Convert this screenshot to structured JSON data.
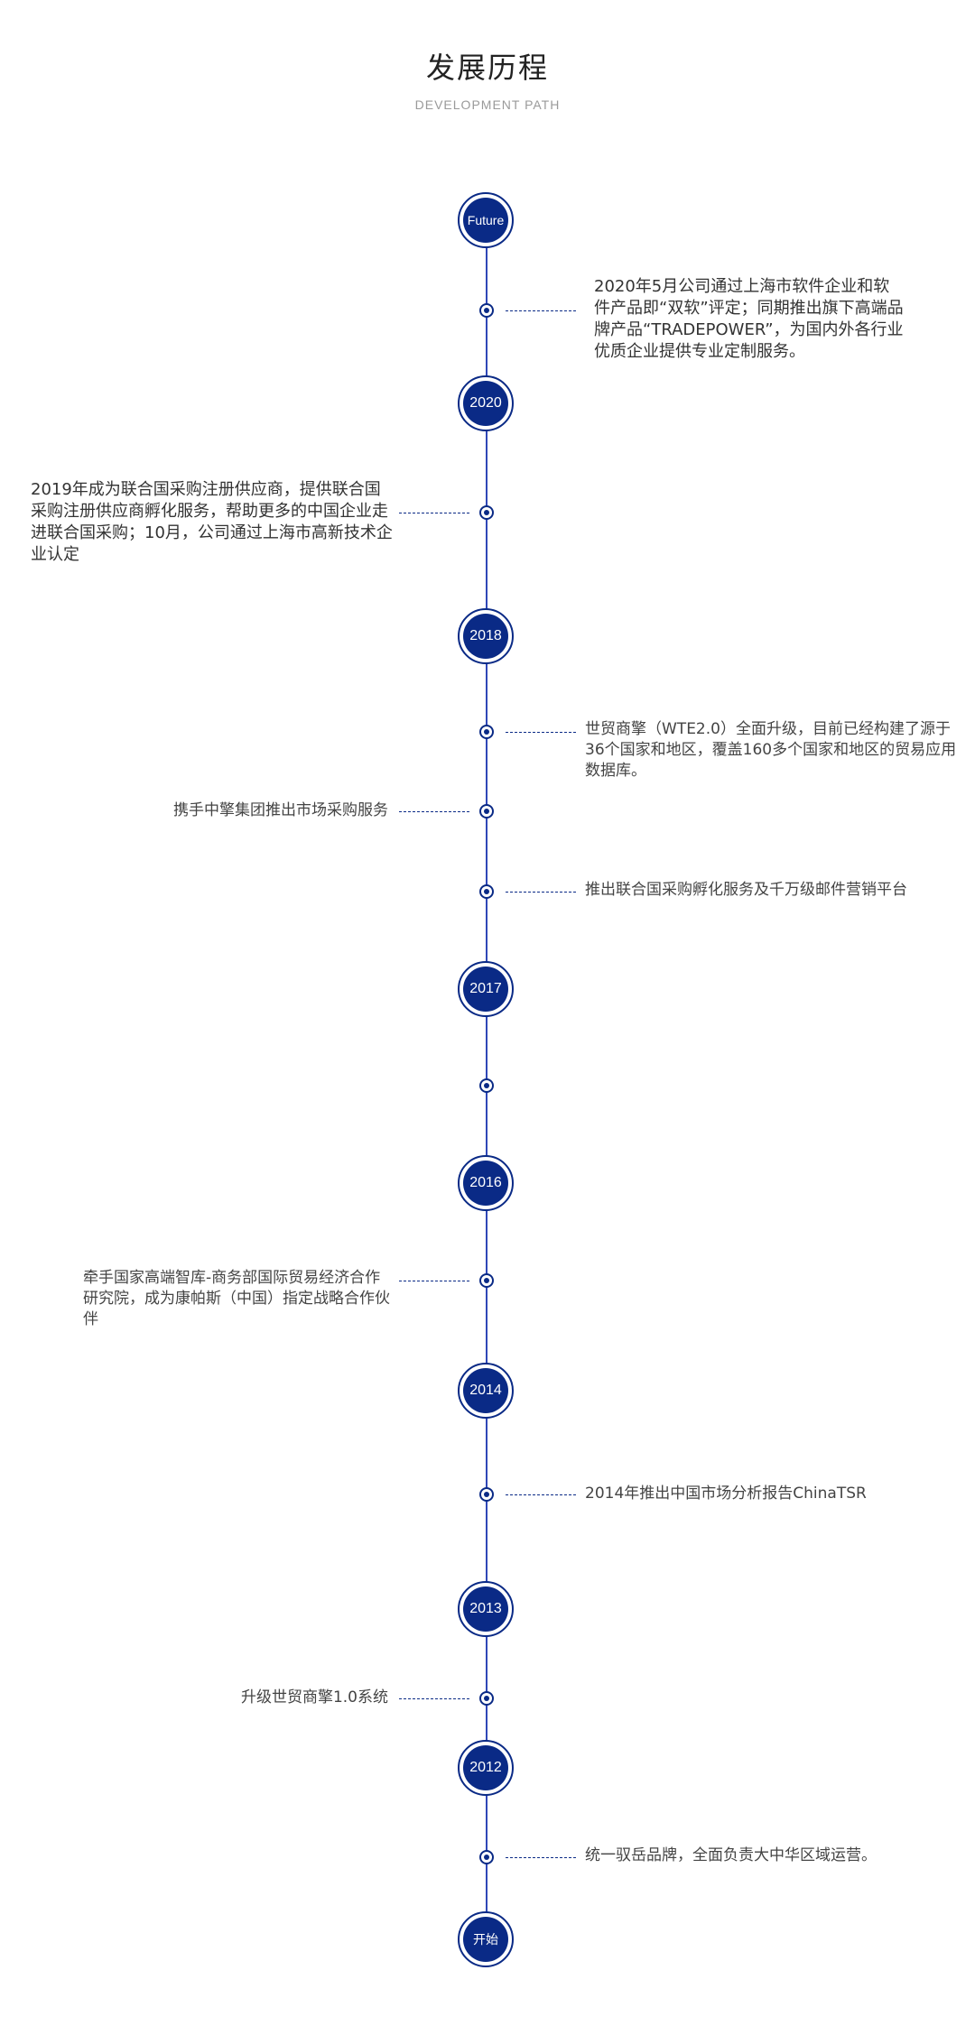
{
  "header": {
    "title": "发展历程",
    "subtitle": "DEVELOPMENT PATH"
  },
  "nodes": {
    "future": "Future",
    "y2020": "2020",
    "y2018": "2018",
    "y2017": "2017",
    "y2016": "2016",
    "y2014": "2014",
    "y2013": "2013",
    "y2012": "2012",
    "start": "开始"
  },
  "events": {
    "e2020": "2020年5月公司通过上海市软件企业和软件产品即“双软”评定；同期推出旗下高端品牌产品“TRADEPOWER”，为国内外各行业优质企业提供专业定制服务。",
    "e2019": "2019年成为联合国采购注册供应商，提供联合国采购注册供应商孵化服务，帮助更多的中国企业走进联合国采购；10月，公司通过上海市高新技术企业认定",
    "e2018a": "世贸商擎（WTE2.0）全面升级，目前已经构建了源于36个国家和地区，覆盖160多个国家和地区的贸易应用数据库。",
    "e2018b": "携手中擎集团推出市场采购服务",
    "e2018c": "推出联合国采购孵化服务及千万级邮件营销平台",
    "e2016": "牵手国家高端智库-商务部国际贸易经济合作研究院，成为康帕斯（中国）指定战略合作伙伴",
    "e2014": "2014年推出中国市场分析报告ChinaTSR",
    "e2013": "升级世贸商擎1.0系统",
    "e2012": "统一驭岳品牌，全面负责大中华区域运营。"
  },
  "colors": {
    "primary": "#0a2a86",
    "line": "#2f47b7"
  }
}
